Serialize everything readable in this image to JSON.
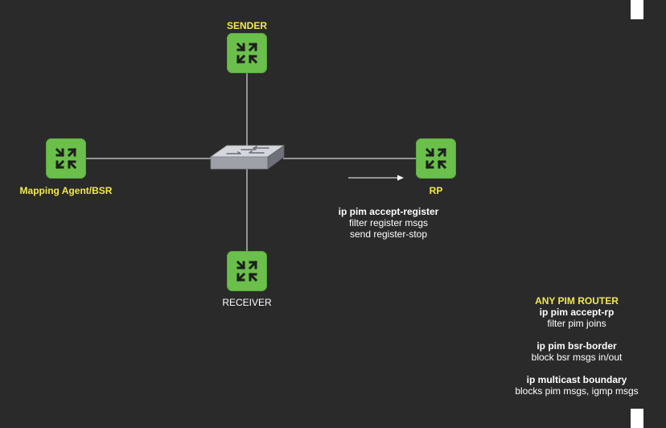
{
  "nodes": {
    "sender": {
      "label": "SENDER"
    },
    "mapping_agent": {
      "label": "Mapping Agent/BSR"
    },
    "rp": {
      "label": "RP"
    },
    "receiver": {
      "label": "RECEIVER"
    }
  },
  "rp_notes": {
    "command": "ip pim accept-register",
    "lines": [
      "filter register msgs",
      "send register-stop"
    ]
  },
  "any_router": {
    "title": "ANY PIM ROUTER",
    "items": [
      {
        "command": "ip pim accept-rp",
        "desc": "filter pim joins"
      },
      {
        "command": "ip pim bsr-border",
        "desc": "block bsr msgs in/out"
      },
      {
        "command": "ip multicast boundary",
        "desc": "blocks pim msgs, igmp msgs"
      }
    ]
  },
  "colors": {
    "background": "#2a2a2a",
    "router_green": "#6bc04b",
    "label_yellow": "#f2e94e",
    "line": "#ffffff"
  }
}
